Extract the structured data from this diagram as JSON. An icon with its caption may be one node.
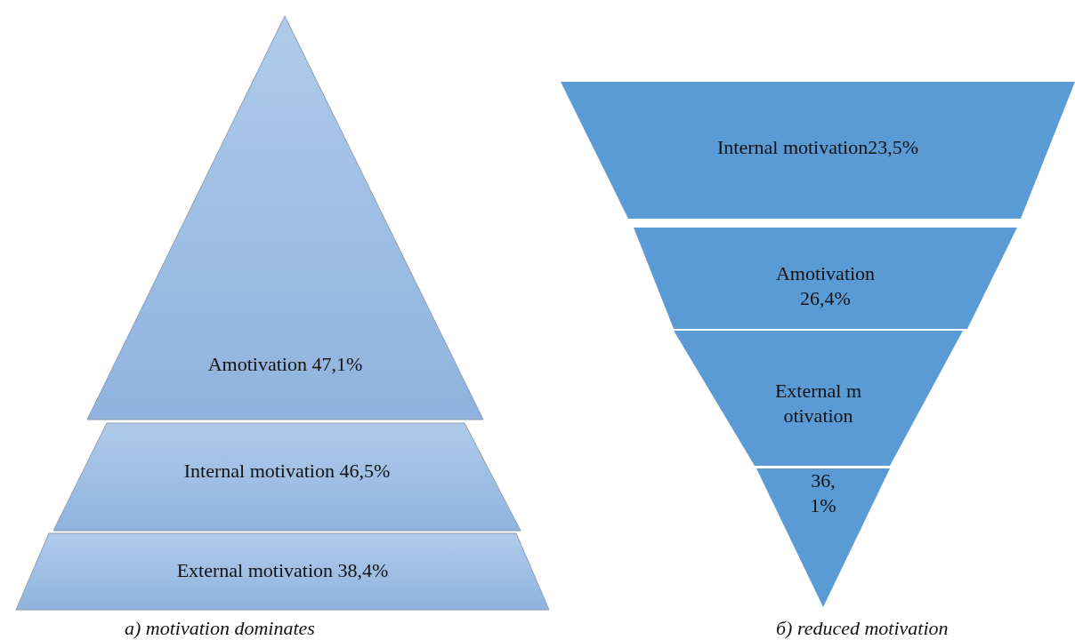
{
  "diagram": {
    "nodes": [
      {
        "text": [
          "Amotivation 47,1%"
        ]
      },
      {
        "text": [
          "Internal motivation 46,5%"
        ]
      },
      {
        "text": [
          "External motivation 38,4%"
        ]
      },
      {
        "text": [
          "Internal motivation23,5%"
        ]
      },
      {
        "text": [
          "Amotivation 26,4%"
        ]
      },
      {
        "text": [
          "External motivation"
        ]
      },
      {
        "text": [
          "36,1%"
        ]
      }
    ],
    "labels": [
      "a) motivation dominates",
      "б) reduced motivation"
    ]
  }
}
